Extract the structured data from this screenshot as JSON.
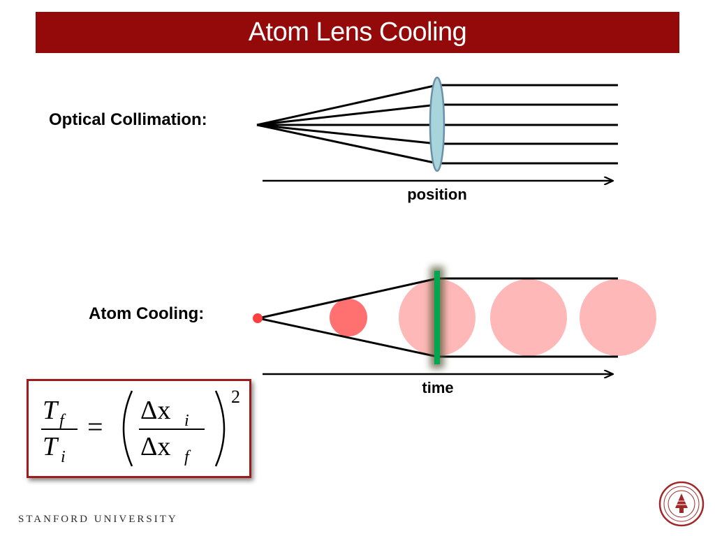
{
  "slide": {
    "title": "Atom Lens Cooling",
    "footer": "STANFORD UNIVERSITY"
  },
  "optical": {
    "label": "Optical Collimation:",
    "axis_label": "position"
  },
  "atom": {
    "label": "Atom Cooling:",
    "axis_label": "time"
  },
  "formula": {
    "numerator_var": "T",
    "numerator_sub": "f",
    "denominator_var": "T",
    "denominator_sub": "i",
    "equals": "=",
    "inner_num": "Δx",
    "inner_num_sub": "i",
    "inner_den": "Δx",
    "inner_den_sub": "f",
    "exponent": "2"
  },
  "colors": {
    "title_bar": "#940a0a",
    "lens_fill": "#a8d4dc",
    "lens_stroke": "#6a8fa8",
    "atom_small": "#ff7070",
    "atom_large": "#ffb8b8",
    "atom_source": "#ff4040",
    "cooling_bar": "#00a650",
    "formula_border": "#9b1c1c"
  }
}
